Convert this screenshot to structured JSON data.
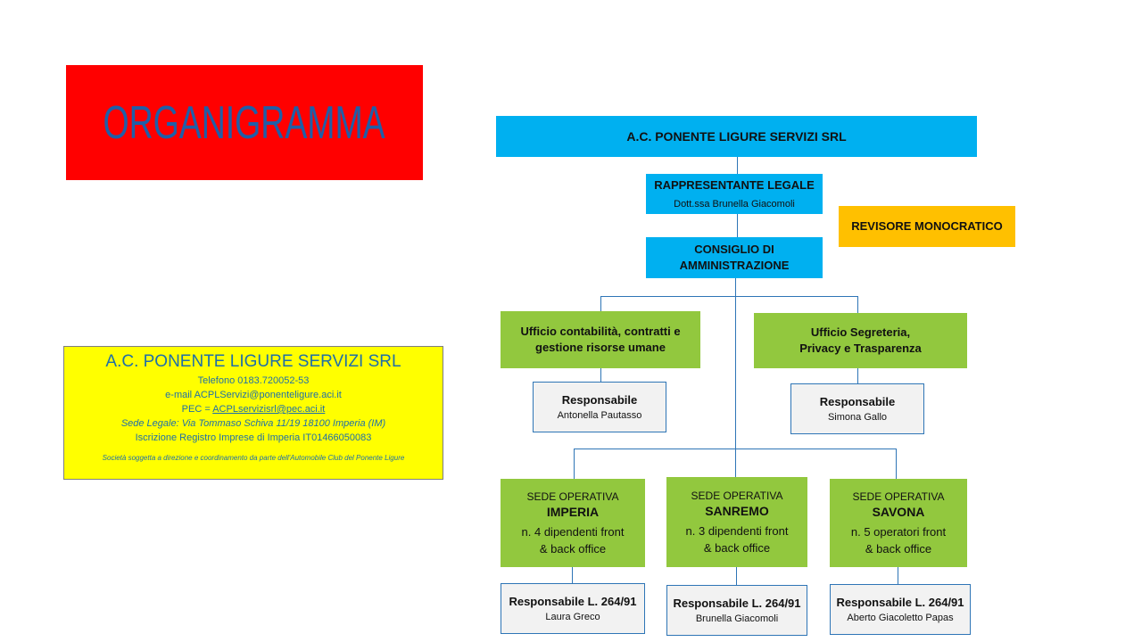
{
  "title": "ORGANIGRAMMA",
  "info": {
    "company": "A.C. PONENTE LIGURE SERVIZI SRL",
    "phone": "Telefono 0183.720052-53",
    "email": "e-mail ACPLServizi@ponenteligure.aci.it",
    "pec_prefix": "PEC = ",
    "pec_link": "ACPLservizisrl@pec.aci.it",
    "address": "Sede Legale: Via Tommaso Schiva 11/19 18100  Imperia (IM)",
    "registry": "Iscrizione Registro Imprese  di Imperia IT01466050083",
    "note": "Società  soggetta a direzione e coordinamento da parte dell'Automobile Club del Ponente Ligure"
  },
  "org": {
    "top": "A.C. PONENTE LIGURE SERVIZI SRL",
    "legal_title": "RAPPRESENTANTE LEGALE",
    "legal_name": "Dott.ssa Brunella Giacomoli",
    "auditor": "REVISORE MONOCRATICO",
    "board_line1": "CONSIGLIO DI",
    "board_line2": "AMMINISTRAZIONE",
    "office1_line1": "Ufficio contabilità, contratti e",
    "office1_line2": "gestione risorse umane",
    "office1_resp_title": "Responsabile",
    "office1_resp_name": "Antonella Pautasso",
    "office2_line1": "Ufficio Segreteria,",
    "office2_line2": "Privacy e Trasparenza",
    "office2_resp_title": "Responsabile",
    "office2_resp_name": "Simona Gallo",
    "sites": [
      {
        "label": "SEDE OPERATIVA",
        "city": "IMPERIA",
        "staff1": "n. 4 dipendenti front",
        "staff2": "& back office",
        "resp_title": "Responsabile L. 264/91",
        "resp_name": "Laura Greco"
      },
      {
        "label": "SEDE OPERATIVA",
        "city": "SANREMO",
        "staff1": "n. 3 dipendenti front",
        "staff2": "& back office",
        "resp_title": "Responsabile L. 264/91",
        "resp_name": "Brunella Giacomoli"
      },
      {
        "label": "SEDE OPERATIVA",
        "city": "SAVONA",
        "staff1": "n. 5 operatori front",
        "staff2": "& back office",
        "resp_title": "Responsabile L. 264/91",
        "resp_name": "Aberto Giacoletto Papas"
      }
    ]
  },
  "colors": {
    "title_bg": "#ff0000",
    "title_text": "#1f5fa8",
    "top_bg": "#00b0f0",
    "unit_bg": "#92c83e",
    "auditor_bg": "#ffc000",
    "info_bg": "#ffff00",
    "connector": "#2e75b6"
  }
}
